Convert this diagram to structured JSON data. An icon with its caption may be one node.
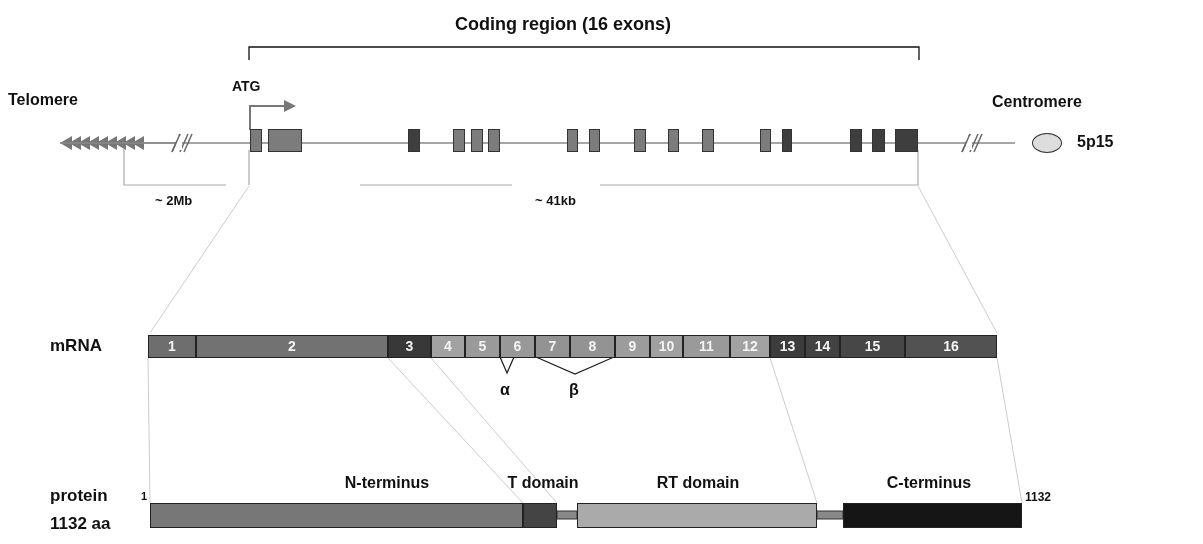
{
  "diagram": {
    "nodes": [
      {
        "text": [],
        "shape": "box"
      },
      {
        "text": [],
        "shape": "box"
      },
      {
        "text": [],
        "shape": "box"
      },
      {
        "text": [],
        "shape": "box"
      },
      {
        "text": [],
        "shape": "box"
      },
      {
        "text": [],
        "shape": "box"
      },
      {
        "text": [],
        "shape": "box"
      },
      {
        "text": [],
        "shape": "box"
      },
      {
        "text": [],
        "shape": "box"
      },
      {
        "text": [],
        "shape": "box"
      },
      {
        "text": [],
        "shape": "box"
      },
      {
        "text": [],
        "shape": "box"
      },
      {
        "text": [],
        "shape": "box"
      },
      {
        "text": [],
        "shape": "box"
      },
      {
        "text": [],
        "shape": "box"
      },
      {
        "text": [],
        "shape": "box"
      },
      {
        "text": [
          "Centromere"
        ],
        "beside": [
          "5p15"
        ]
      },
      {
        "text": [
          "1"
        ]
      },
      {
        "text": [
          "2"
        ]
      },
      {
        "text": [
          "3"
        ]
      },
      {
        "text": [
          "4"
        ]
      },
      {
        "text": [
          "5"
        ]
      },
      {
        "text": [
          "6"
        ]
      },
      {
        "text": [
          "7"
        ]
      },
      {
        "text": [
          "8"
        ]
      },
      {
        "text": [
          "9"
        ]
      },
      {
        "text": [
          "10"
        ]
      },
      {
        "text": [
          "11"
        ]
      },
      {
        "text": [
          "12"
        ]
      },
      {
        "text": [
          "13"
        ]
      },
      {
        "text": [
          "14"
        ]
      },
      {
        "text": [
          "15"
        ]
      },
      {
        "text": [
          "16"
        ]
      },
      {
        "text": [
          "N-terminus"
        ]
      },
      {
        "text": [
          "T domain"
        ]
      },
      {
        "text": [
          "RT domain"
        ]
      },
      {
        "text": [
          "C-terminus"
        ]
      }
    ],
    "edges": [
      {
        "from": 17,
        "to": 33,
        "arrow": "none",
        "color": "#cccccc"
      },
      {
        "from": 19,
        "to": 34,
        "arrow": "none",
        "color": "#cccccc"
      },
      {
        "from": 20,
        "to": 34,
        "arrow": "none",
        "color": "#cccccc"
      },
      {
        "from": 29,
        "to": 35,
        "arrow": "none",
        "color": "#cccccc"
      },
      {
        "from": 32,
        "to": 36,
        "arrow": "none",
        "color": "#cccccc"
      }
    ],
    "labels": [
      "Coding region (16 exons)",
      "ATG",
      "Telomere",
      "~ 2Mb",
      "~ 41kb",
      "mRNA",
      "α",
      "β",
      "protein",
      "1",
      "1132",
      "1132 aa"
    ]
  }
}
